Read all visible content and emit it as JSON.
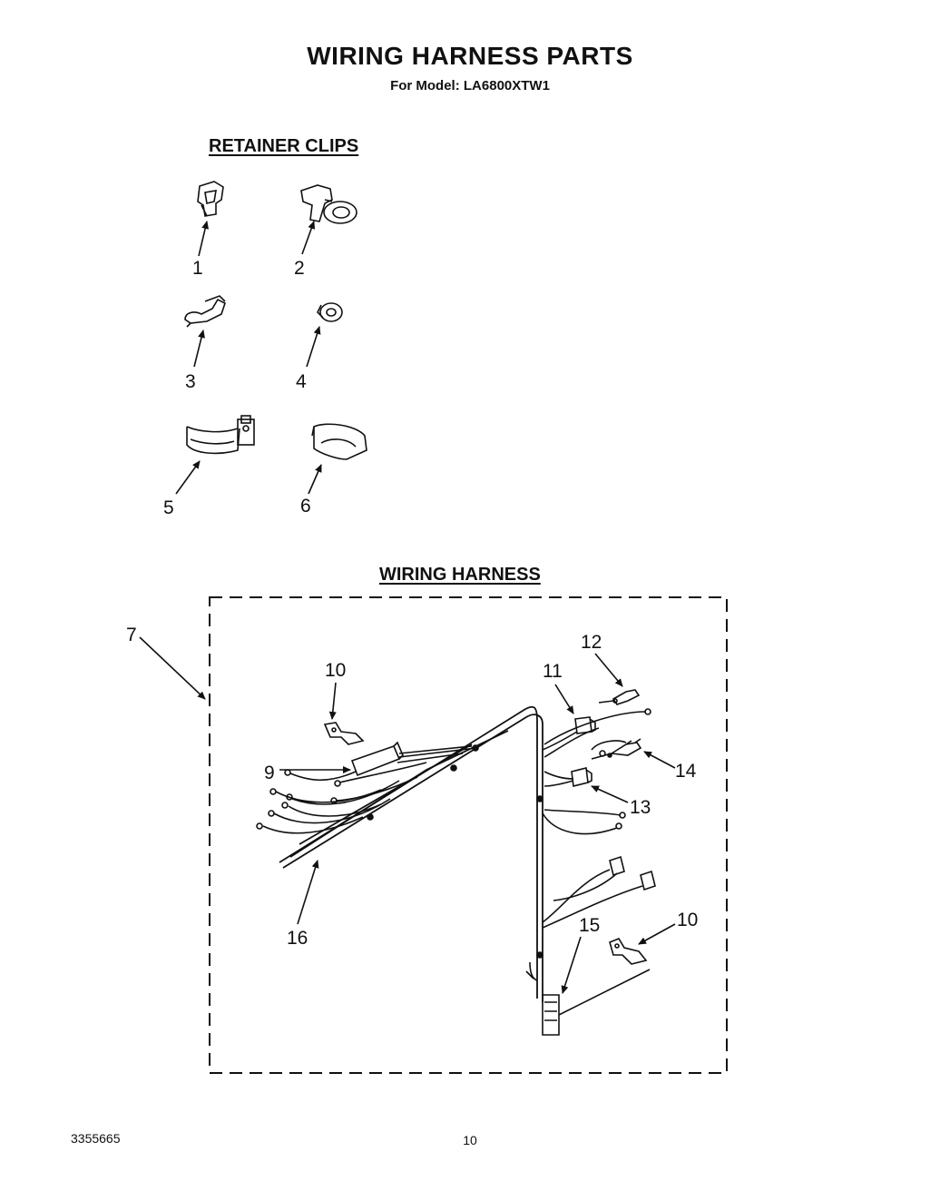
{
  "title": "WIRING HARNESS PARTS",
  "subtitle": "For Model: LA6800XTW1",
  "sections": {
    "retainer_clips": "RETAINER CLIPS",
    "wiring_harness": "WIRING HARNESS"
  },
  "callouts": {
    "c1": "1",
    "c2": "2",
    "c3": "3",
    "c4": "4",
    "c5": "5",
    "c6": "6",
    "c7": "7",
    "c9": "9",
    "c10a": "10",
    "c10b": "10",
    "c11": "11",
    "c12": "12",
    "c13": "13",
    "c14": "14",
    "c15": "15",
    "c16": "16"
  },
  "footer": {
    "doc_number": "3355665",
    "page_number": "10"
  }
}
